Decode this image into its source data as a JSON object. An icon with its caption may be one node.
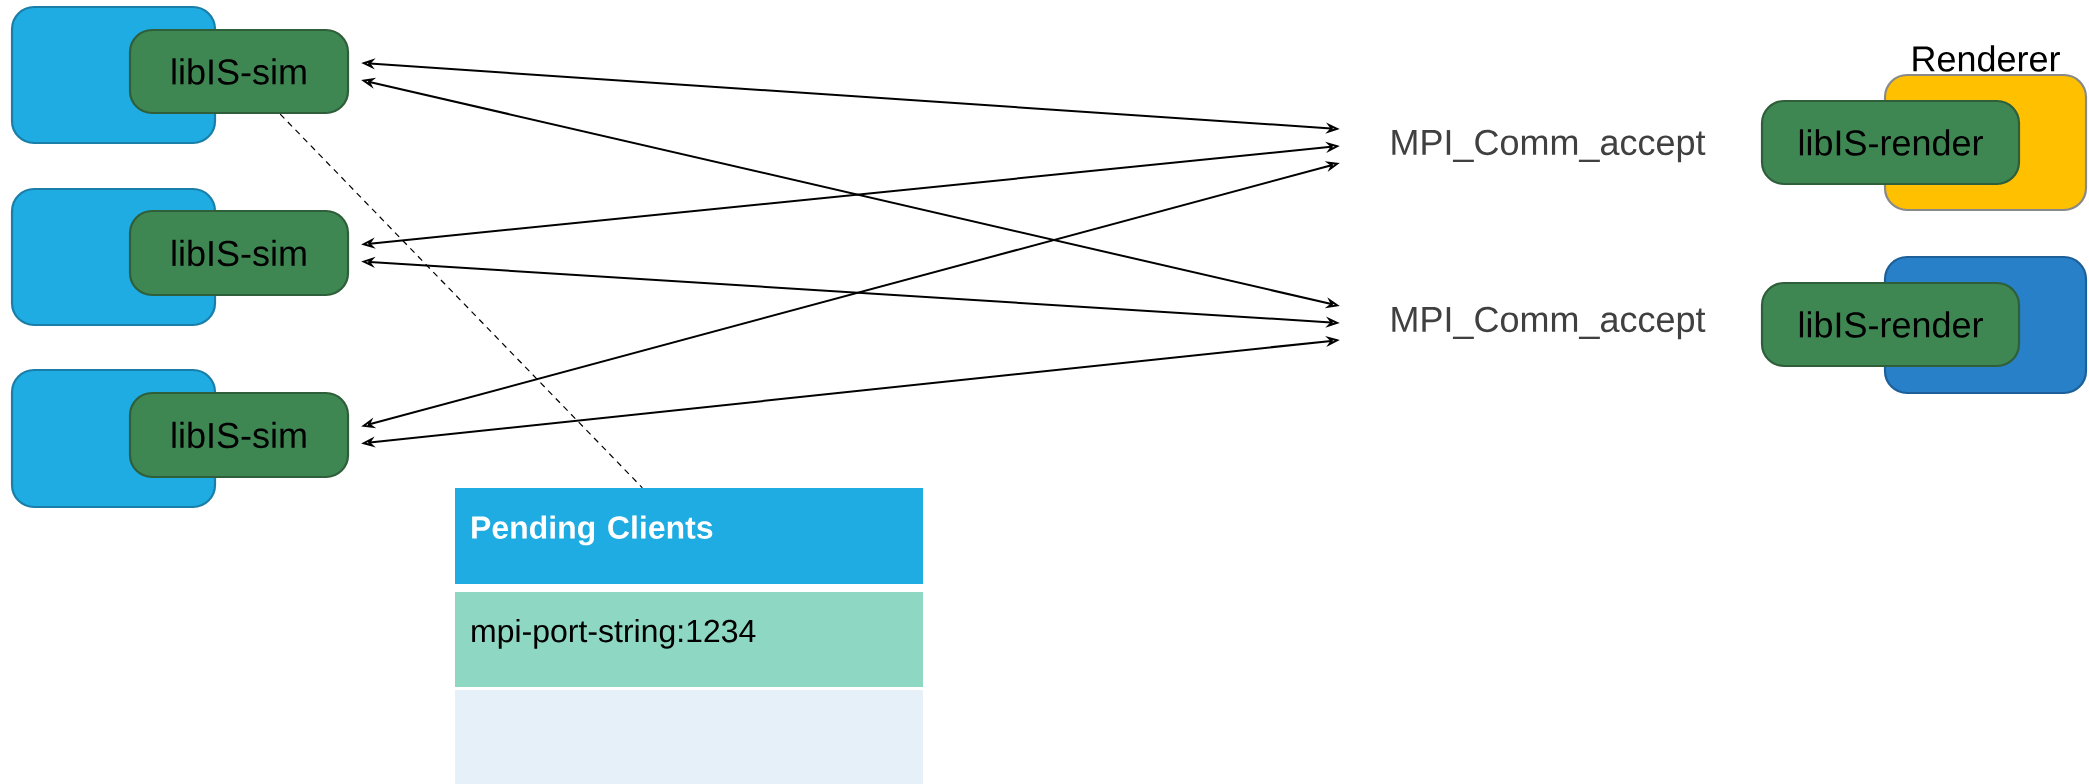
{
  "diagram": {
    "nodes": [
      {
        "text": [],
        "shape": "box"
      },
      {
        "text": [
          "libIS-sim"
        ]
      },
      {
        "text": [],
        "shape": "box"
      },
      {
        "text": [
          "libIS-sim"
        ]
      },
      {
        "text": [],
        "shape": "box"
      },
      {
        "text": [
          "libIS-sim"
        ]
      },
      {
        "text": [
          "Renderer"
        ]
      },
      {
        "text": [
          "MPI_Comm_accept"
        ]
      },
      {
        "text": [
          "libIS-render"
        ]
      },
      {
        "text": [
          "MPI_Comm_accept"
        ]
      },
      {
        "text": [],
        "shape": "box"
      },
      {
        "text": [
          "libIS-render"
        ]
      },
      {
        "text": [
          "Pending Clients"
        ]
      },
      {
        "text": [
          "mpi-port-string:1234"
        ]
      },
      {
        "text": [],
        "shape": "box"
      }
    ],
    "edges": [
      {
        "from": 1,
        "to": 7,
        "arrow": "both"
      },
      {
        "from": 1,
        "to": 9,
        "arrow": "both"
      },
      {
        "from": 3,
        "to": 7,
        "arrow": "both"
      },
      {
        "from": 3,
        "to": 9,
        "arrow": "both"
      },
      {
        "from": 5,
        "to": 7,
        "arrow": "both"
      },
      {
        "from": 5,
        "to": 9,
        "arrow": "both"
      },
      {
        "from": 1,
        "to": 12,
        "arrow": "none",
        "style": "dashed"
      }
    ]
  }
}
